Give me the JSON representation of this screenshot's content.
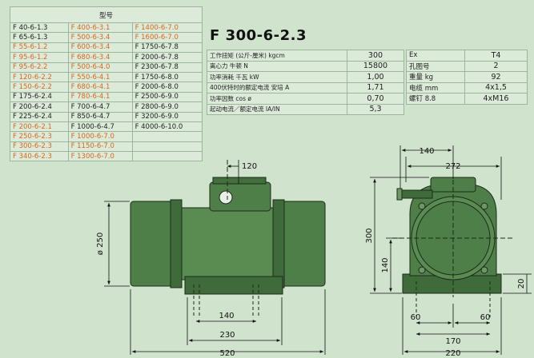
{
  "model_table": {
    "header": "型号",
    "rows": [
      [
        {
          "t": "F 40-6-1.3",
          "hl": false
        },
        {
          "t": "F 400-6-3.1",
          "hl": true
        },
        {
          "t": "F 1400-6-7.0",
          "hl": true
        }
      ],
      [
        {
          "t": "F 65-6-1.3",
          "hl": false
        },
        {
          "t": "F 500-6-3.4",
          "hl": true
        },
        {
          "t": "F 1600-6-7.0",
          "hl": true
        }
      ],
      [
        {
          "t": "F 55-6-1.2",
          "hl": true
        },
        {
          "t": "F 600-6-3.4",
          "hl": true
        },
        {
          "t": "F 1750-6-7.8",
          "hl": false
        }
      ],
      [
        {
          "t": "F 95-6-1.2",
          "hl": true
        },
        {
          "t": "F 680-6-3.4",
          "hl": true
        },
        {
          "t": "F 2000-6-7.8",
          "hl": false
        }
      ],
      [
        {
          "t": "F 95-6-2.2",
          "hl": true
        },
        {
          "t": "F 500-6-4.0",
          "hl": true
        },
        {
          "t": "F 2300-6-7.8",
          "hl": false
        }
      ],
      [
        {
          "t": "F 120-6-2.2",
          "hl": true
        },
        {
          "t": "F 550-6-4.1",
          "hl": true
        },
        {
          "t": "F 1750-6-8.0",
          "hl": false
        }
      ],
      [
        {
          "t": "F 150-6-2.2",
          "hl": true
        },
        {
          "t": "F 680-6-4.1",
          "hl": true
        },
        {
          "t": "F 2000-6-8.0",
          "hl": false
        }
      ],
      [
        {
          "t": "F 175-6-2.4",
          "hl": false
        },
        {
          "t": "F 780-6-4.1",
          "hl": true
        },
        {
          "t": "F 2500-6-9.0",
          "hl": false
        }
      ],
      [
        {
          "t": "F 200-6-2.4",
          "hl": false
        },
        {
          "t": "F 700-6-4.7",
          "hl": false
        },
        {
          "t": "F 2800-6-9.0",
          "hl": false
        }
      ],
      [
        {
          "t": "F 225-6-2.4",
          "hl": false
        },
        {
          "t": "F 850-6-4.7",
          "hl": false
        },
        {
          "t": "F 3200-6-9.0",
          "hl": false
        }
      ],
      [
        {
          "t": "F 200-6-2.1",
          "hl": true
        },
        {
          "t": "F 1000-6-4.7",
          "hl": false
        },
        {
          "t": "F 4000-6-10.0",
          "hl": false
        }
      ],
      [
        {
          "t": "F 250-6-2.3",
          "hl": true
        },
        {
          "t": "F 1000-6-7.0",
          "hl": true
        },
        {
          "t": "",
          "hl": false
        }
      ],
      [
        {
          "t": "F 300-6-2.3",
          "hl": true
        },
        {
          "t": "F 1150-6-7.0",
          "hl": true
        },
        {
          "t": "",
          "hl": false
        }
      ],
      [
        {
          "t": "F 340-6-2.3",
          "hl": true
        },
        {
          "t": "F 1300-6-7.0",
          "hl": true
        },
        {
          "t": "",
          "hl": false
        }
      ]
    ]
  },
  "title": "F 300-6-2.3",
  "specs_left": [
    {
      "label": "工作扭矩 (公斤-厘米) kgcm",
      "value": "300"
    },
    {
      "label": "离心力 牛顿 N",
      "value": "15800"
    },
    {
      "label": "功率消耗 千瓦 kW",
      "value": "1,00"
    },
    {
      "label": "400伏特时的额定电流 安培 A",
      "value": "1,71"
    },
    {
      "label": "功率因数 cos ø",
      "value": "0,70"
    },
    {
      "label": "起动电流／额定电流 IA/IN",
      "value": "5,3"
    }
  ],
  "specs_right": [
    {
      "label": "Ex",
      "value": "T4"
    },
    {
      "label": "孔图号",
      "value": "2"
    },
    {
      "label": "重量 kg",
      "value": "92"
    },
    {
      "label": "电缆 mm",
      "value": "4x1,5"
    },
    {
      "label": "螺钉 8.8",
      "value": "4xM16"
    }
  ],
  "dimensions": {
    "d120": "120",
    "d250": "ø 250",
    "d140a": "140",
    "d230": "230",
    "d520": "520",
    "d140b": "140",
    "d272": "272",
    "d300": "300",
    "d140c": "140",
    "d20": "20",
    "d60a": "60",
    "d60b": "60",
    "d170": "170",
    "d220": "220"
  },
  "colors": {
    "background": "#cfe3cd",
    "motor": "#4f7f48",
    "highlight": "#d9651c"
  }
}
